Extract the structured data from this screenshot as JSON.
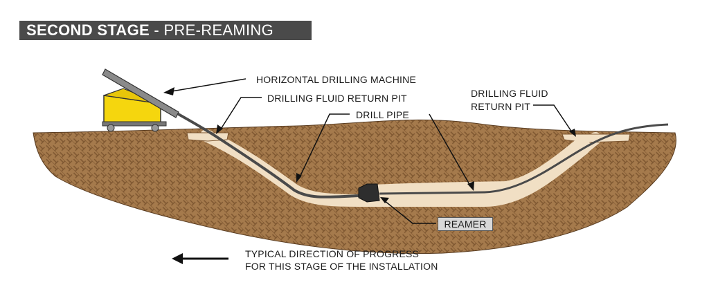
{
  "title": {
    "bold": "SECOND STAGE",
    "rest": " - PRE-REAMING"
  },
  "labels": {
    "machine": "HORIZONTAL DRILLING MACHINE",
    "return_pit_left": "DRILLING FLUID RETURN PIT",
    "drill_pipe": "DRILL PIPE",
    "return_pit_right_line1": "DRILLING FLUID",
    "return_pit_right_line2": "RETURN PIT",
    "reamer": "REAMER",
    "direction_line1": "TYPICAL DIRECTION OF PROGRESS",
    "direction_line2": "FOR THIS STAGE OF THE INSTALLATION"
  },
  "colors": {
    "soil": "#a57a4c",
    "soil_pattern": "#7d5630",
    "bore": "#f1dfc4",
    "pipe": "#4a4a4a",
    "machine": "#f5d60e",
    "title_bg": "#4a4a4a"
  }
}
